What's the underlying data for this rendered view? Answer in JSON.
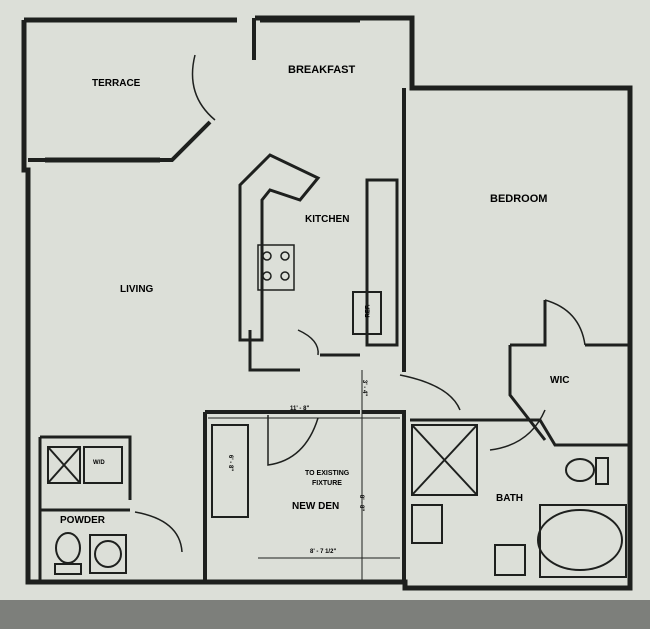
{
  "rooms": {
    "terrace": "TERRACE",
    "breakfast": "BREAKFAST",
    "kitchen": "KITCHEN",
    "living": "LIVING",
    "bedroom": "BEDROOM",
    "wic": "WIC",
    "bath": "BATH",
    "powder": "POWDER",
    "new_den": "NEW DEN"
  },
  "fixtures": {
    "washer_dryer": "W/D",
    "refrigerator": "REF.",
    "to_fixture": "TO EXISTING",
    "to_fixture_2": "FIXTURE"
  },
  "dimensions": {
    "den_width_top": "11' - 8\"",
    "den_width_bottom": "8' - 7 1/2\"",
    "closet": "6' - 8\"",
    "den_depth": "8' - 8\"",
    "hall": "3' - 4\""
  },
  "colors": {
    "paper": "#dcdfd8",
    "ink": "#1e201e"
  }
}
